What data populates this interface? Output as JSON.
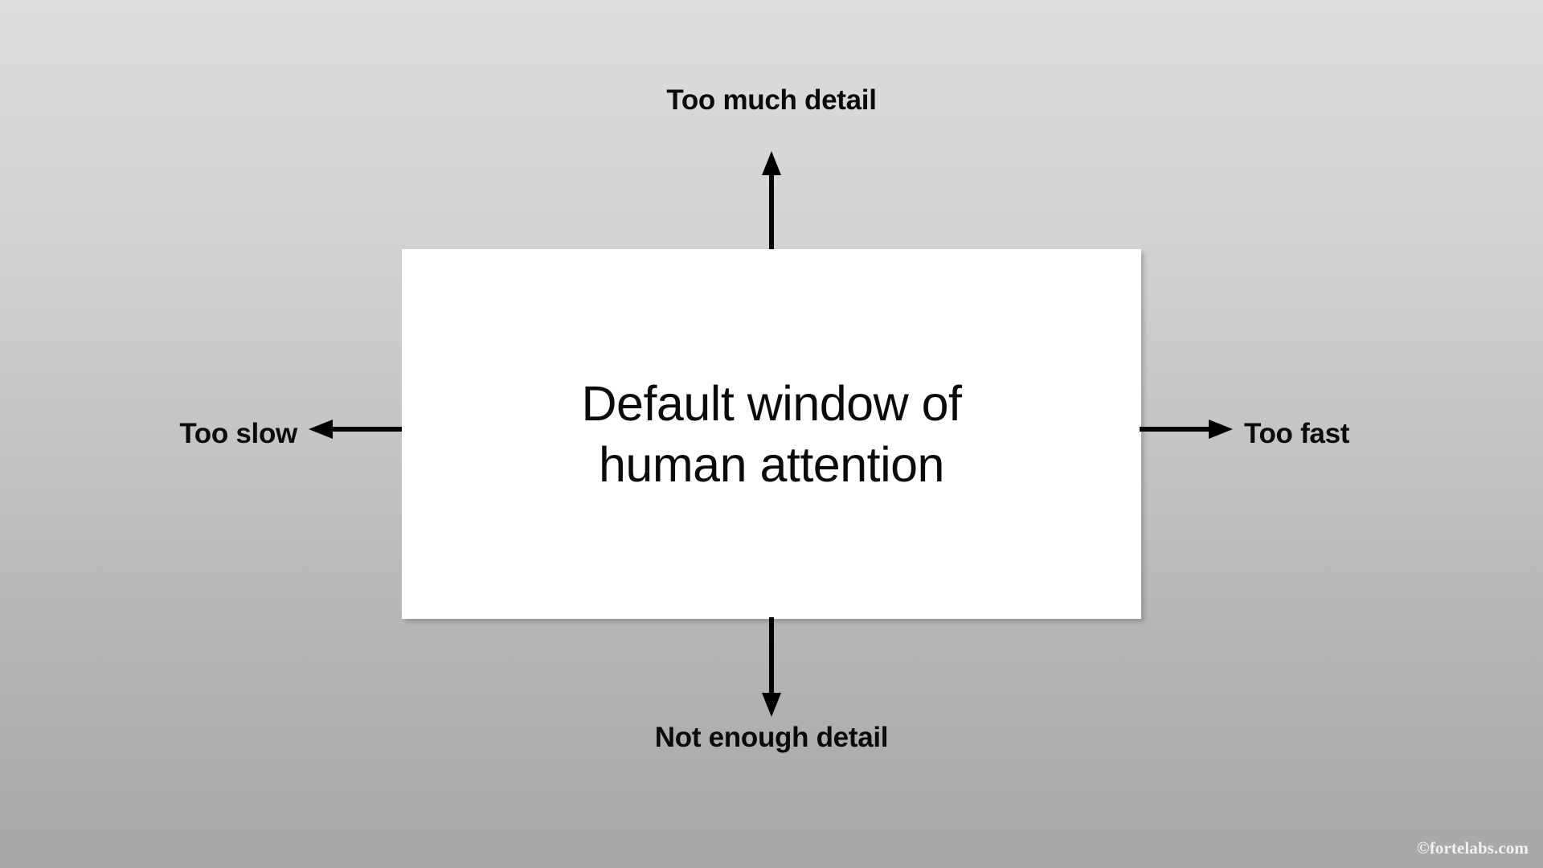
{
  "diagram": {
    "title": "Default window of human attention",
    "background": {
      "gradient_from": "#dcdddf",
      "gradient_to": "#a9abac",
      "direction": "top-to-bottom"
    },
    "center_box": {
      "text": "Default window of\nhuman attention",
      "fill_color": "#ffffff",
      "text_color": "#0b0b0b"
    },
    "labels": {
      "top": "Too much detail",
      "bottom": "Not enough detail",
      "left": "Too slow",
      "right": "Too fast",
      "color": "#0b0b0b"
    },
    "arrows": {
      "color": "#000000",
      "up": "arrow-up-icon",
      "down": "arrow-down-icon",
      "left": "arrow-left-icon",
      "right": "arrow-right-icon"
    },
    "watermark": {
      "text": "©fortelabs.com",
      "color": "#f2f2f2"
    }
  }
}
